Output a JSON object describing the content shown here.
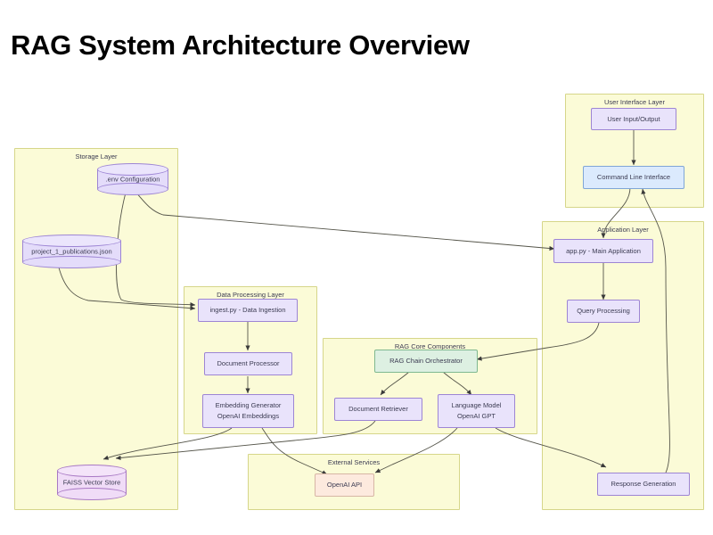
{
  "title": "RAG System Architecture Overview",
  "colors": {
    "cluster_fill": "#fbfbd7",
    "cluster_border": "#d6d68a",
    "node_purple_fill": "#e9e3fb",
    "node_purple_border": "#9d85d4",
    "node_blue_fill": "#dbeafd",
    "node_blue_border": "#7fa6d6",
    "node_green_fill": "#ddf0e2",
    "node_green_border": "#7fb890",
    "node_peach_fill": "#fdeade",
    "node_peach_border": "#d7b6a5",
    "cylinder_purple_fill": "#e4dcfa",
    "cylinder_pink_fill": "#f0dcf7",
    "edge_stroke": "#4a4a4a",
    "text": "#3b3b52"
  },
  "clusters": {
    "user_interface_layer": {
      "label": "User Interface Layer"
    },
    "storage_layer": {
      "label": "Storage Layer"
    },
    "application_layer": {
      "label": "Application Layer"
    },
    "data_processing_layer": {
      "label": "Data Processing Layer"
    },
    "rag_core_components": {
      "label": "RAG Core Components"
    },
    "external_services": {
      "label": "External Services"
    }
  },
  "nodes": {
    "user_input_output": {
      "label": "User Input/Output",
      "shape": "box",
      "color": "purple"
    },
    "command_line_interface": {
      "label": "Command Line Interface",
      "shape": "box",
      "color": "blue"
    },
    "env_configuration": {
      "label": ".env Configuration",
      "shape": "cylinder",
      "color": "purple"
    },
    "publications_json": {
      "label": "project_1_publications.json",
      "shape": "cylinder",
      "color": "purple"
    },
    "faiss_vector_store": {
      "label": "FAISS Vector Store",
      "shape": "cylinder",
      "color": "pink"
    },
    "app_py": {
      "label": "app.py - Main Application",
      "shape": "box",
      "color": "purple"
    },
    "query_processing": {
      "label": "Query Processing",
      "shape": "box",
      "color": "purple"
    },
    "response_generation": {
      "label": "Response Generation",
      "shape": "box",
      "color": "purple"
    },
    "ingest_py": {
      "label": "ingest.py - Data Ingestion",
      "shape": "box",
      "color": "purple"
    },
    "document_processor": {
      "label": "Document Processor",
      "shape": "box",
      "color": "purple"
    },
    "embedding_generator": {
      "label_line1": "Embedding Generator",
      "label_line2": "OpenAI Embeddings",
      "shape": "box",
      "color": "purple"
    },
    "rag_chain_orchestrator": {
      "label": "RAG Chain Orchestrator",
      "shape": "box",
      "color": "green"
    },
    "document_retriever": {
      "label": "Document Retriever",
      "shape": "box",
      "color": "purple"
    },
    "language_model": {
      "label_line1": "Language Model",
      "label_line2": "OpenAI GPT",
      "shape": "box",
      "color": "purple"
    },
    "openai_api": {
      "label": "OpenAI API",
      "shape": "box",
      "color": "peach"
    }
  },
  "edges": [
    {
      "from": "user_input_output",
      "to": "command_line_interface"
    },
    {
      "from": "command_line_interface",
      "to": "app_py"
    },
    {
      "from": "env_configuration",
      "to": "app_py"
    },
    {
      "from": "env_configuration",
      "to": "ingest_py"
    },
    {
      "from": "publications_json",
      "to": "ingest_py"
    },
    {
      "from": "app_py",
      "to": "query_processing"
    },
    {
      "from": "query_processing",
      "to": "rag_chain_orchestrator"
    },
    {
      "from": "ingest_py",
      "to": "document_processor"
    },
    {
      "from": "document_processor",
      "to": "embedding_generator"
    },
    {
      "from": "embedding_generator",
      "to": "faiss_vector_store"
    },
    {
      "from": "embedding_generator",
      "to": "openai_api"
    },
    {
      "from": "rag_chain_orchestrator",
      "to": "document_retriever"
    },
    {
      "from": "rag_chain_orchestrator",
      "to": "language_model"
    },
    {
      "from": "document_retriever",
      "to": "faiss_vector_store"
    },
    {
      "from": "language_model",
      "to": "openai_api"
    },
    {
      "from": "language_model",
      "to": "response_generation"
    },
    {
      "from": "response_generation",
      "to": "command_line_interface"
    }
  ]
}
